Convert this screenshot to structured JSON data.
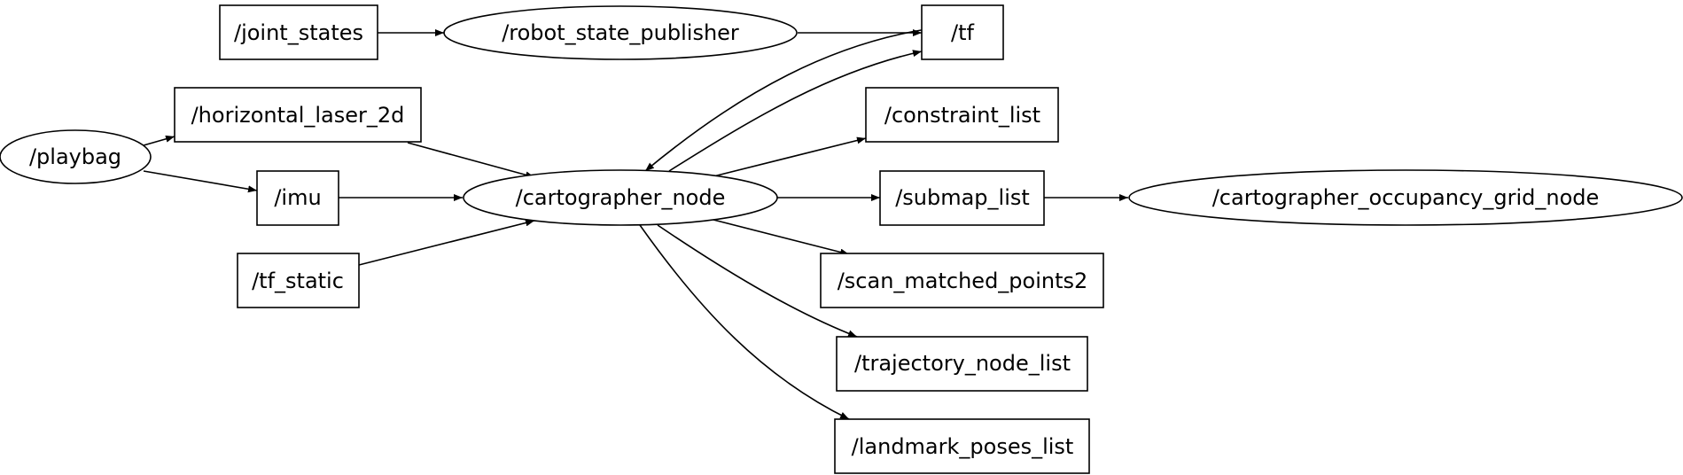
{
  "graph": {
    "nodes": [
      {
        "id": "playbag",
        "label": "/playbag",
        "shape": "ellipse",
        "kind": "node"
      },
      {
        "id": "robot_state_publisher",
        "label": "/robot_state_publisher",
        "shape": "ellipse",
        "kind": "node"
      },
      {
        "id": "cartographer_node",
        "label": "/cartographer_node",
        "shape": "ellipse",
        "kind": "node"
      },
      {
        "id": "cartographer_occupancy_grid_node",
        "label": "/cartographer_occupancy_grid_node",
        "shape": "ellipse",
        "kind": "node"
      },
      {
        "id": "joint_states",
        "label": "/joint_states",
        "shape": "box",
        "kind": "topic"
      },
      {
        "id": "tf",
        "label": "/tf",
        "shape": "box",
        "kind": "topic"
      },
      {
        "id": "horizontal_laser_2d",
        "label": "/horizontal_laser_2d",
        "shape": "box",
        "kind": "topic"
      },
      {
        "id": "imu",
        "label": "/imu",
        "shape": "box",
        "kind": "topic"
      },
      {
        "id": "tf_static",
        "label": "/tf_static",
        "shape": "box",
        "kind": "topic"
      },
      {
        "id": "constraint_list",
        "label": "/constraint_list",
        "shape": "box",
        "kind": "topic"
      },
      {
        "id": "submap_list",
        "label": "/submap_list",
        "shape": "box",
        "kind": "topic"
      },
      {
        "id": "scan_matched_points2",
        "label": "/scan_matched_points2",
        "shape": "box",
        "kind": "topic"
      },
      {
        "id": "trajectory_node_list",
        "label": "/trajectory_node_list",
        "shape": "box",
        "kind": "topic"
      },
      {
        "id": "landmark_poses_list",
        "label": "/landmark_poses_list",
        "shape": "box",
        "kind": "topic"
      }
    ],
    "edges": [
      {
        "from": "joint_states",
        "to": "robot_state_publisher"
      },
      {
        "from": "robot_state_publisher",
        "to": "tf"
      },
      {
        "from": "playbag",
        "to": "horizontal_laser_2d"
      },
      {
        "from": "playbag",
        "to": "imu"
      },
      {
        "from": "horizontal_laser_2d",
        "to": "cartographer_node"
      },
      {
        "from": "imu",
        "to": "cartographer_node"
      },
      {
        "from": "tf_static",
        "to": "cartographer_node"
      },
      {
        "from": "tf",
        "to": "cartographer_node"
      },
      {
        "from": "cartographer_node",
        "to": "tf"
      },
      {
        "from": "cartographer_node",
        "to": "constraint_list"
      },
      {
        "from": "cartographer_node",
        "to": "submap_list"
      },
      {
        "from": "cartographer_node",
        "to": "scan_matched_points2"
      },
      {
        "from": "cartographer_node",
        "to": "trajectory_node_list"
      },
      {
        "from": "cartographer_node",
        "to": "landmark_poses_list"
      },
      {
        "from": "submap_list",
        "to": "cartographer_occupancy_grid_node"
      }
    ]
  }
}
